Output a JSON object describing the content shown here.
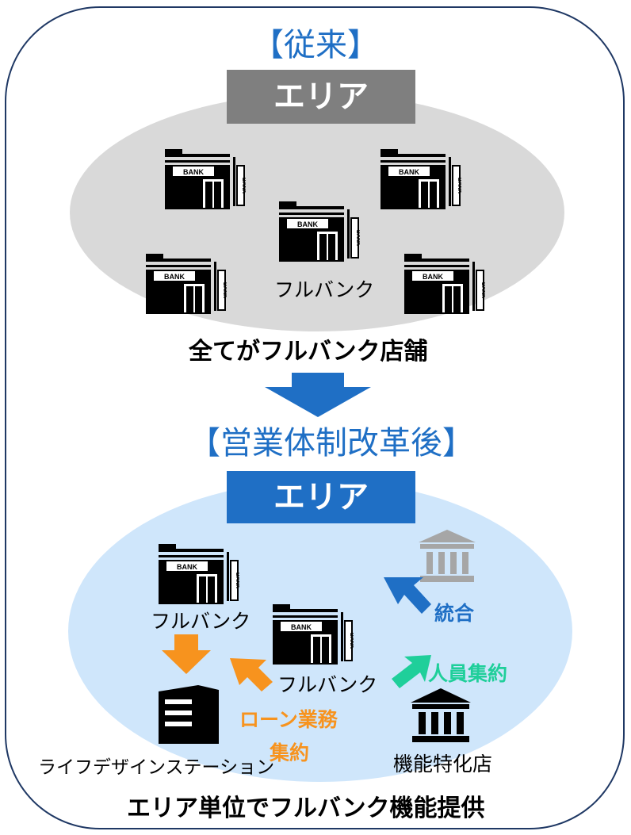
{
  "before": {
    "title": "【従来】",
    "area_label": "エリア",
    "branch_label": "フルバンク",
    "caption": "全てがフルバンク店舗"
  },
  "after": {
    "title": "【営業体制改革後】",
    "area_label": "エリア",
    "fullbank_label_1": "フルバンク",
    "fullbank_label_2": "フルバンク",
    "merge_label": "統合",
    "staff_label": "人員集約",
    "loan_label_line1": "ローン業務",
    "loan_label_line2": "集約",
    "life_design_label": "ライフデザインステーション",
    "specialized_label": "機能特化店",
    "caption": "エリア単位でフルバンク機能提供"
  },
  "icon_texts": {
    "bank_sign": "BANK",
    "bank_side": "BANK"
  },
  "colors": {
    "frame": "#1f3864",
    "title_blue": "#1f6fc5",
    "ellipse_gray": "#d9d9d9",
    "ellipse_blue": "#cfe6fb",
    "area_gray": "#7f7f7f",
    "area_blue": "#1f6fc5",
    "arrow_blue": "#1f6fc5",
    "arrow_orange": "#f7931e",
    "arrow_green": "#1fcf9a",
    "orange_text": "#f7931e",
    "green_text": "#1fcf9a",
    "gray_bank": "#a6a6a6"
  }
}
